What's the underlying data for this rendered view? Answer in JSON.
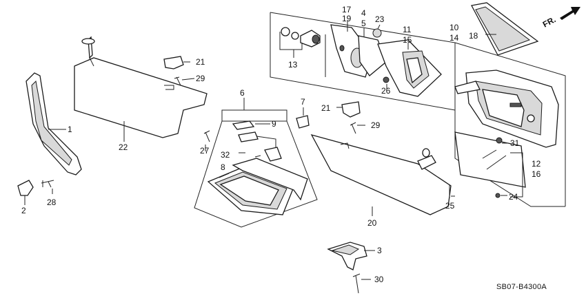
{
  "labels": {
    "l1": "1",
    "l2": "2",
    "l3": "3",
    "l4": "4",
    "l5": "5",
    "l6": "6",
    "l7": "7",
    "l8": "8",
    "l9": "9",
    "l10": "10",
    "l11": "11",
    "l12": "12",
    "l13": "13",
    "l14": "14",
    "l15": "15",
    "l16": "16",
    "l17": "17",
    "l18": "18",
    "l19": "19",
    "l20": "20",
    "l21a": "21",
    "l21b": "21",
    "l22": "22",
    "l23": "23",
    "l24": "24",
    "l25": "25",
    "l26": "26",
    "l27": "27",
    "l28": "28",
    "l29a": "29",
    "l29b": "29",
    "l30": "30",
    "l31": "31",
    "l32": "32"
  },
  "direction_label": "FR.",
  "diagram_code": "SB07-B4300A",
  "colors": {
    "ink": "#1a1a1a",
    "background": "#ffffff",
    "shade": "#d9d9d9"
  }
}
